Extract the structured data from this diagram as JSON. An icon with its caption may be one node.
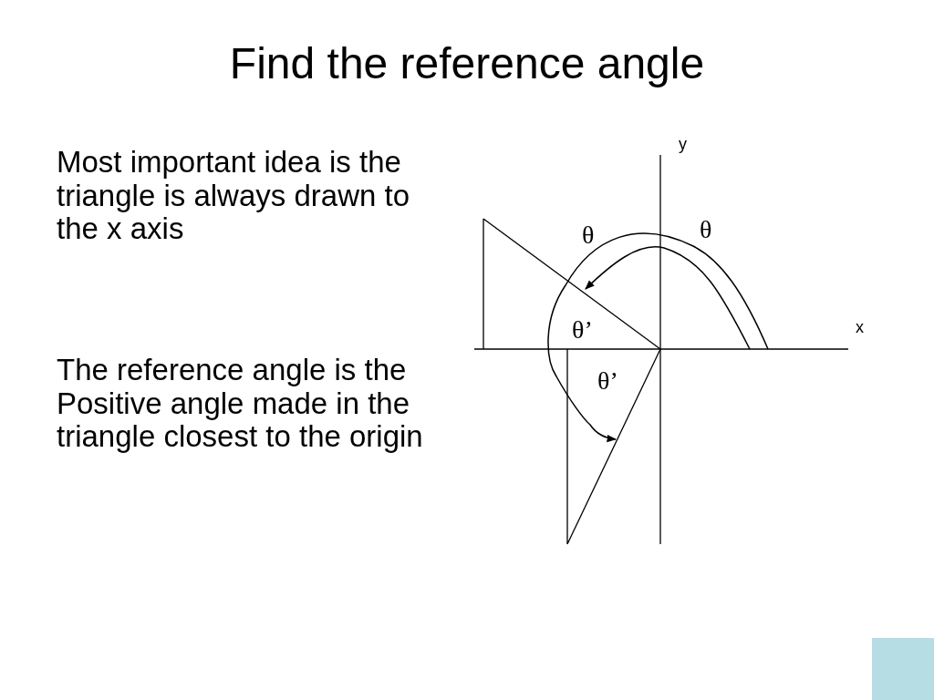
{
  "diagram": {
    "title": "Find the reference angle",
    "labels": [
      "Most important idea is the triangle is always drawn to the x axis",
      "The reference angle is the Positive angle made in the triangle closest to the origin",
      "y",
      "θ",
      "θ",
      "θ’",
      "x",
      "θ’"
    ]
  }
}
